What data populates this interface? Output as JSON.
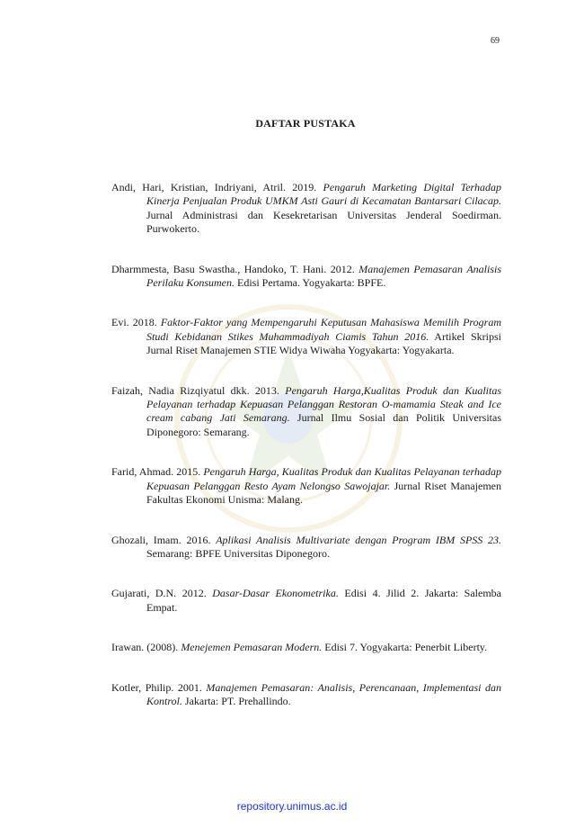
{
  "page_number": "69",
  "heading": "DAFTAR PUSTAKA",
  "references": [
    {
      "lead": "Andi, Hari, Kristian, Indriyani, Atril. 2019. ",
      "title": "Pengaruh Marketing Digital Terhadap Kinerja Penjualan Produk UMKM Asti Gauri di Kecamatan Bantarsari Cilacap.",
      "tail": " Jurnal Administrasi dan Kesekretarisan Universitas Jenderal Soedirman. Purwokerto."
    },
    {
      "lead": "Dharmmesta, Basu Swastha., Handoko, T. Hani. 2012. ",
      "title": "Manajemen Pemasaran Analisis Perilaku Konsumen.",
      "tail": " Edisi Pertama. Yogyakarta: BPFE."
    },
    {
      "lead": "Evi. 2018. ",
      "title": "Faktor-Faktor yang Mempengaruhi Keputusan Mahasiswa Memilih Program Studi Kebidanan Stikes Muhammadiyah Ciamis Tahun 2016.",
      "tail": " Artikel Skripsi Jurnal Riset Manajemen STIE Widya Wiwaha Yogyakarta: Yogyakarta."
    },
    {
      "lead": "Faizah, Nadia Rizqiyatul dkk. 2013. ",
      "title": "Pengaruh Harga,Kualitas Produk dan Kualitas Pelayanan terhadap Kepuasan Pelanggan Restoran O-mamamia Steak and Ice cream cabang Jati Semarang.",
      "tail": " Jurnal Ilmu Sosial dan Politik Universitas Diponegoro: Semarang."
    },
    {
      "lead": "Farid, Ahmad. 2015. ",
      "title": "Pengaruh Harga, Kualitas Produk dan Kualitas Pelayanan terhadap Kepuasan Pelanggan Resto Ayam Nelongso Sawojajar.",
      "tail": " Jurnal Riset Manajemen Fakultas Ekonomi Unisma: Malang."
    },
    {
      "lead": "Ghozali, Imam. 2016. ",
      "title": "Aplikasi Analisis Multivariate dengan Program IBM SPSS 23.",
      "tail": " Semarang: BPFE Universitas Diponegoro."
    },
    {
      "lead": "Gujarati, D.N. 2012. ",
      "title": "Dasar-Dasar Ekonometrika.",
      "tail": " Edisi 4. Jilid 2. Jakarta: Salemba Empat."
    },
    {
      "lead": "Irawan. (2008). ",
      "title": "Menejemen Pemasaran Modern.",
      "tail": " Edisi 7. Yogyakarta: Penerbit Liberty."
    },
    {
      "lead": "Kotler, Philip. 2001. ",
      "title": "Manajemen Pemasaran: Analisis, Perencanaan, Implementasi dan Kontrol.",
      "tail": " Jakarta: PT. Prehallindo."
    }
  ],
  "footer": "repository.unimus.ac.id",
  "watermark_icon": "university-seal-icon",
  "colors": {
    "text": "#1a1a1a",
    "footer_link": "#1a34d8",
    "watermark": "#c9a227"
  }
}
